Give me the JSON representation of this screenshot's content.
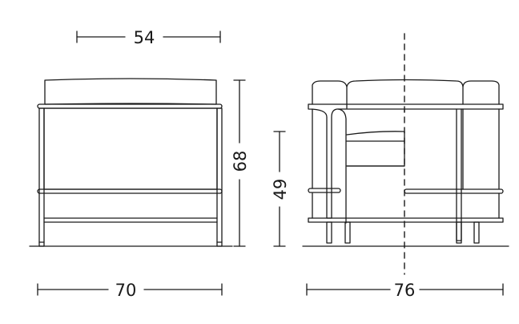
{
  "diagram": {
    "front_view": {
      "depth_label": "54",
      "height_label": "68",
      "width_label": "70"
    },
    "side_view": {
      "seat_height_label": "49",
      "width_label": "76"
    },
    "colors": {
      "line": "#1a1a1a",
      "background": "#ffffff"
    }
  }
}
